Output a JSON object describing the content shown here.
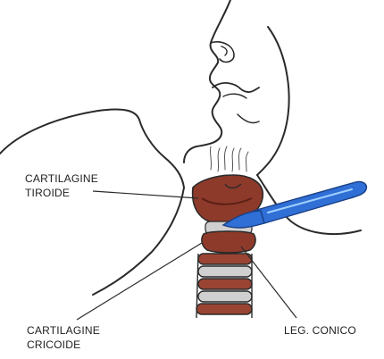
{
  "labels": {
    "thyroid_cartilage": [
      "CARTILAGINE",
      "TIROIDE"
    ],
    "cricoid_cartilage": [
      "CARTILAGINE",
      "CRICOIDE"
    ],
    "conic_ligament": "LEG. CONICO"
  },
  "colors": {
    "outline": "#2a2a2a",
    "cartilage": "#8e3a2a",
    "cartilage_light": "#d0d0d0",
    "scalpel_blade": "#2f6fd6",
    "scalpel_highlight": "#9fd0ff"
  }
}
